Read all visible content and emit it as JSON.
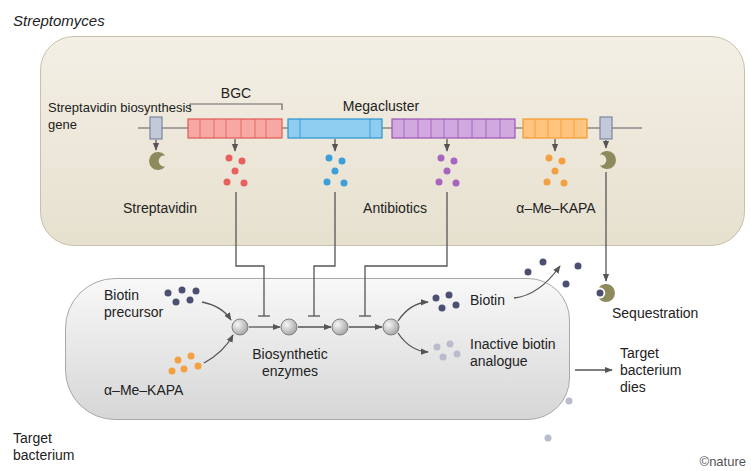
{
  "diagram": {
    "nodes": [
      {
        "text": [
          "Streptomyces"
        ]
      },
      {
        "text": [
          "Target bacterium"
        ]
      }
    ],
    "labels": [
      "Streptavidin biosynthesis gene",
      "BGC",
      "Megacluster",
      "Streptavidin",
      "Antibiotics",
      "α–Me–KAPA",
      "Biotin precursor",
      "α–Me–KAPA",
      "Biosynthetic enzymes",
      "Biotin",
      "Inactive biotin analogue",
      "Sequestration",
      "Target bacterium dies",
      "©nature"
    ]
  }
}
